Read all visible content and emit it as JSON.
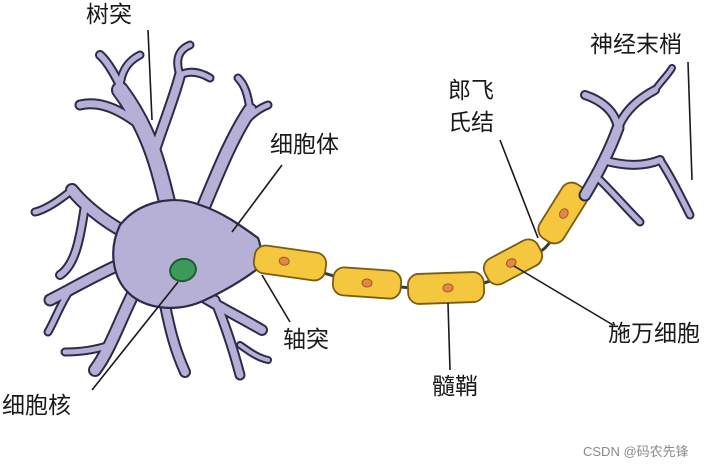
{
  "labels": {
    "dendrite": "树突",
    "cell_body": "细胞体",
    "nucleus": "细胞核",
    "axon": "轴突",
    "node_of_ranvier_1": "郎飞",
    "node_of_ranvier_2": "氏结",
    "axon_terminal": "神经末梢",
    "schwann_cell": "施万细胞",
    "myelin_sheath": "髓鞘"
  },
  "watermark": "CSDN @码农先锋",
  "colors": {
    "cell": "#b6b0d6",
    "outline": "#2b2b4a",
    "myelin": "#f4c73f",
    "schwann_nucleus": "#e2874a",
    "nucleus": "#3e9a5a"
  }
}
